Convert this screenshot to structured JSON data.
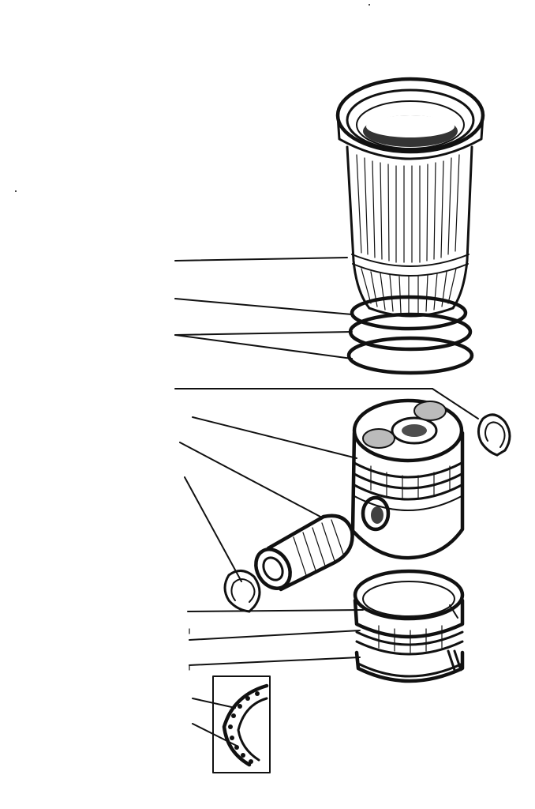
{
  "figure": {
    "kind": "exploded-view line drawing",
    "parts": [
      {
        "id": "cylinder-liner",
        "icon": "cylinder-liner-icon"
      },
      {
        "id": "liner-seal-rings",
        "icon": "o-ring-icon"
      },
      {
        "id": "retaining-ring-upper",
        "icon": "circlip-icon"
      },
      {
        "id": "piston",
        "icon": "piston-icon"
      },
      {
        "id": "piston-pin",
        "icon": "piston-pin-icon"
      },
      {
        "id": "retaining-ring-lower",
        "icon": "circlip-icon"
      },
      {
        "id": "piston-rings",
        "icon": "piston-ring-set-icon"
      },
      {
        "id": "oil-ring-detail-inset",
        "icon": "oil-ring-expander-icon"
      }
    ],
    "leader_line_count": 12,
    "line_color": "#111111",
    "background": "#ffffff"
  }
}
